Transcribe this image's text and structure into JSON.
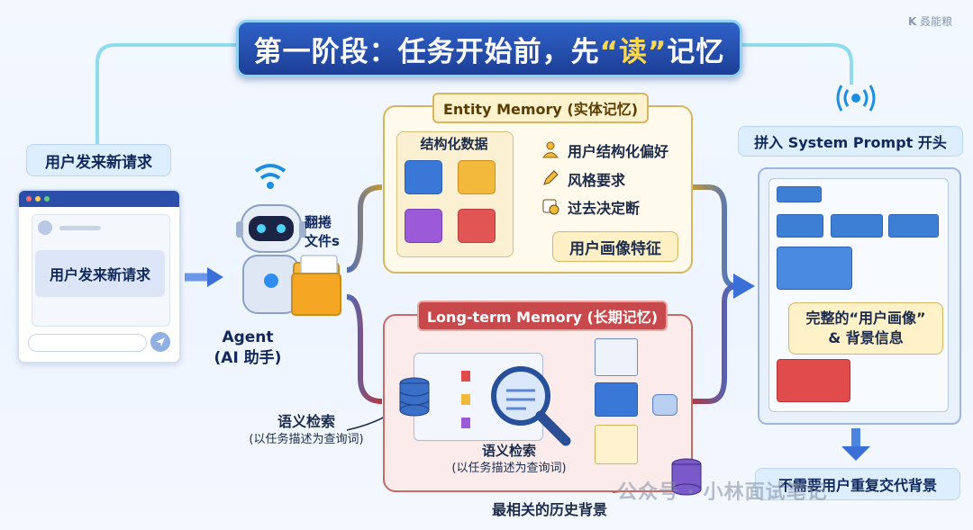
{
  "brand": "叒能粮",
  "title": {
    "main": "第一阶段：任务开始前，先",
    "quote": "“读”",
    "tail": "记忆"
  },
  "left": {
    "request_label": "用户发来新请求",
    "message": "用户发来新请求"
  },
  "agent": {
    "name": "Agent",
    "role": "(AI 助手)",
    "action_line1": "翻捲",
    "action_line2": "文件s"
  },
  "entity": {
    "tag": "Entity Memory (实体记忆)",
    "struct_title": "结构化数据",
    "attributes": [
      "用户结构化偏好",
      "风格要求",
      "过去决定断"
    ],
    "profile": "用户画像特征"
  },
  "longterm": {
    "tag": "Long-term Memory (长期记忆)",
    "search_inner": "语义检索",
    "search_inner_sub": "(以任务描述为查询词)",
    "search_outer": "语义检索",
    "search_outer_sub": "(以任务描述为查询词)",
    "history": "最相关的历史背景"
  },
  "right": {
    "inject_label": "拼入 System Prompt 开头",
    "profile_line1": "完整的“用户画像”",
    "profile_line2": "& 背景信息",
    "bottom_label": "不需要用户重复交代背景"
  },
  "watermark": "公众号 · 小林面试笔记",
  "colors": {
    "primary": "#1d3f97",
    "accent": "#ffd84a",
    "entity_border": "#d8b660",
    "longterm": "#c7494b",
    "arrow": "#3b6fd8"
  }
}
